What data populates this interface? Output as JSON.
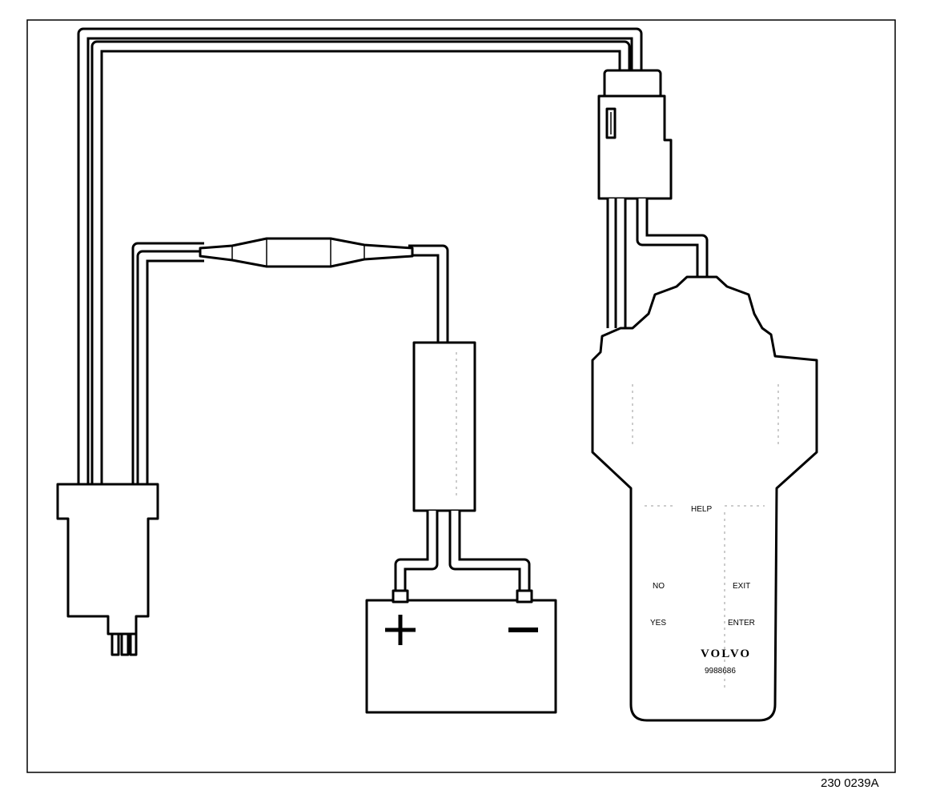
{
  "figure_ref": "230 0239A",
  "tester": {
    "brand": "VOLVO",
    "part_number": "9988686",
    "keys": {
      "help": "HELP",
      "no": "NO",
      "exit": "EXIT",
      "yes": "YES",
      "enter": "ENTER"
    }
  },
  "battery": {
    "positive_symbol": "+",
    "negative_symbol": "−"
  }
}
